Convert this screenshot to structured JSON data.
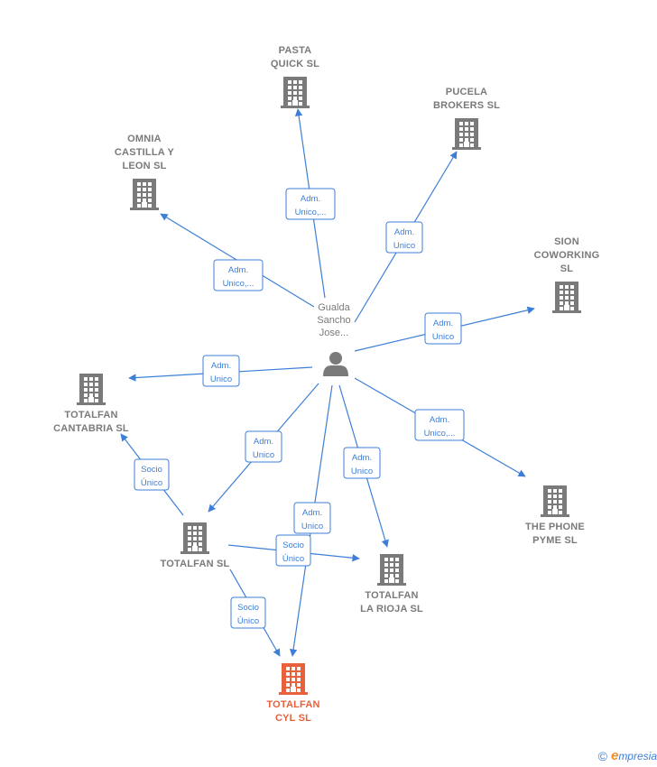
{
  "colors": {
    "edge": "#3d7fd8",
    "building": "#7a7a7a",
    "highlight": "#e8603c",
    "person": "#7a7a7a"
  },
  "person": {
    "label_lines": [
      "Gualda",
      "Sancho",
      "Jose..."
    ]
  },
  "companies": [
    {
      "id": "pasta",
      "label_lines": [
        "PASTA",
        "QUICK  SL"
      ],
      "highlight": false
    },
    {
      "id": "pucela",
      "label_lines": [
        "PUCELA",
        "BROKERS  SL"
      ],
      "highlight": false
    },
    {
      "id": "omnia",
      "label_lines": [
        "OMNIA",
        "CASTILLA Y",
        "LEON  SL"
      ],
      "highlight": false
    },
    {
      "id": "sion",
      "label_lines": [
        "SION",
        "COWORKING",
        "SL"
      ],
      "highlight": false
    },
    {
      "id": "cantabria",
      "label_lines": [
        "TOTALFAN",
        "CANTABRIA  SL"
      ],
      "highlight": false
    },
    {
      "id": "phone",
      "label_lines": [
        "THE PHONE",
        "PYME  SL"
      ],
      "highlight": false
    },
    {
      "id": "totalfan",
      "label_lines": [
        "TOTALFAN SL"
      ],
      "highlight": false
    },
    {
      "id": "rioja",
      "label_lines": [
        "TOTALFAN",
        "LA RIOJA  SL"
      ],
      "highlight": false
    },
    {
      "id": "cyl",
      "label_lines": [
        "TOTALFAN",
        "CYL  SL"
      ],
      "highlight": true
    }
  ],
  "edges": [
    {
      "from": "person",
      "to": "pasta",
      "label_lines": [
        "Adm.",
        "Unico,..."
      ]
    },
    {
      "from": "person",
      "to": "pucela",
      "label_lines": [
        "Adm.",
        "Unico"
      ]
    },
    {
      "from": "person",
      "to": "omnia",
      "label_lines": [
        "Adm.",
        "Unico,..."
      ]
    },
    {
      "from": "person",
      "to": "sion",
      "label_lines": [
        "Adm.",
        "Unico"
      ]
    },
    {
      "from": "person",
      "to": "cantabria",
      "label_lines": [
        "Adm.",
        "Unico"
      ]
    },
    {
      "from": "person",
      "to": "phone",
      "label_lines": [
        "Adm.",
        "Unico,..."
      ]
    },
    {
      "from": "person",
      "to": "totalfan",
      "label_lines": [
        "Adm.",
        "Unico"
      ]
    },
    {
      "from": "person",
      "to": "rioja",
      "label_lines": [
        "Adm.",
        "Unico"
      ]
    },
    {
      "from": "person",
      "to": "cyl",
      "label_lines": [
        "Adm.",
        "Unico"
      ]
    },
    {
      "from": "totalfan",
      "to": "cantabria",
      "label_lines": [
        "Socio",
        "Único"
      ]
    },
    {
      "from": "totalfan",
      "to": "rioja",
      "label_lines": [
        "Socio",
        "Único"
      ]
    },
    {
      "from": "totalfan",
      "to": "cyl",
      "label_lines": [
        "Socio",
        "Único"
      ]
    }
  ],
  "footer": {
    "copyright": "©",
    "brand_initial": "e",
    "brand_rest": "mpresia"
  }
}
